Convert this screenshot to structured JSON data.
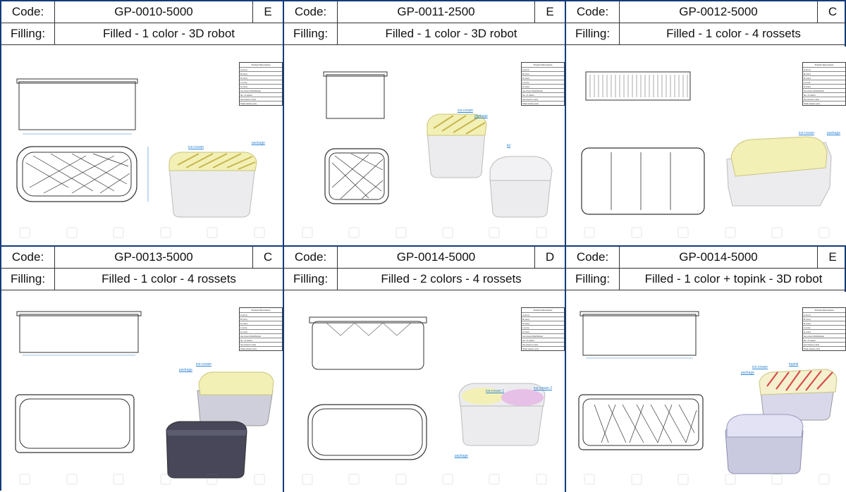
{
  "header_labels": {
    "code": "Code:",
    "filling": "Filling:"
  },
  "panels": [
    {
      "code": "GP-0010-5000",
      "rev": "E",
      "filling": "Filled - 1 color - 3D robot",
      "callouts": [
        "ice-cream",
        "package"
      ]
    },
    {
      "code": "GP-0011-2500",
      "rev": "E",
      "filling": "Filled - 1 color - 3D robot",
      "callouts": [
        "ice-cream",
        "package",
        "lid"
      ]
    },
    {
      "code": "GP-0012-5000",
      "rev": "C",
      "filling": "Filled - 1 color - 4 rossets",
      "callouts": [
        "ice-cream",
        "package"
      ]
    },
    {
      "code": "GP-0013-5000",
      "rev": "C",
      "filling": "Filled - 1 color - 4 rossets",
      "callouts": [
        "ice-cream",
        "package"
      ]
    },
    {
      "code": "GP-0014-5000",
      "rev": "D",
      "filling": "Filled - 2 colors - 4 rossets",
      "callouts": [
        "ice-cream 1",
        "ice-cream 2",
        "package"
      ]
    },
    {
      "code": "GP-0014-5000",
      "rev": "E",
      "filling": "Filled - 1 color + topink - 3D robot",
      "callouts": [
        "topink",
        "ice-cream",
        "package"
      ]
    }
  ],
  "spec_table": {
    "title": "Product Dimensions",
    "rows": [
      "A (mm)",
      "B (mm)",
      "D (mm)",
      "L (mm)",
      "H (mm)"
    ],
    "section2": "Ice-cream Distribution",
    "rows2": [
      "No. of colors",
      "Ice-cream 1 (ml)"
    ],
    "total": "Total volume (ml)"
  },
  "colors": {
    "border": "#123a7a",
    "callout": "#2f86d6",
    "cream": "#f3f0b6",
    "pink": "#e7c0e8",
    "tub": "#e8e8ec"
  }
}
